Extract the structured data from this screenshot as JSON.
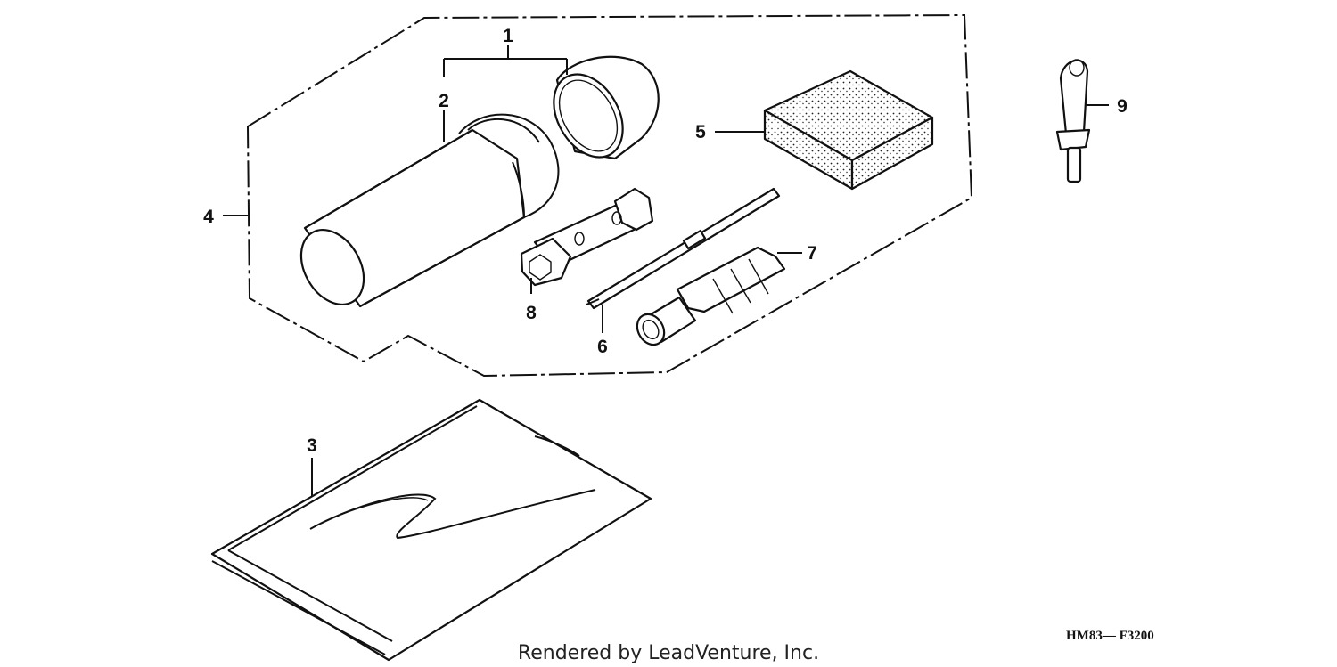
{
  "callouts": {
    "c1": "1",
    "c2": "2",
    "c3": "3",
    "c4": "4",
    "c5": "5",
    "c6": "6",
    "c7": "7",
    "c8": "8",
    "c9": "9"
  },
  "figure_code": "HM83— F3200",
  "credit": "Rendered by LeadVenture, Inc."
}
